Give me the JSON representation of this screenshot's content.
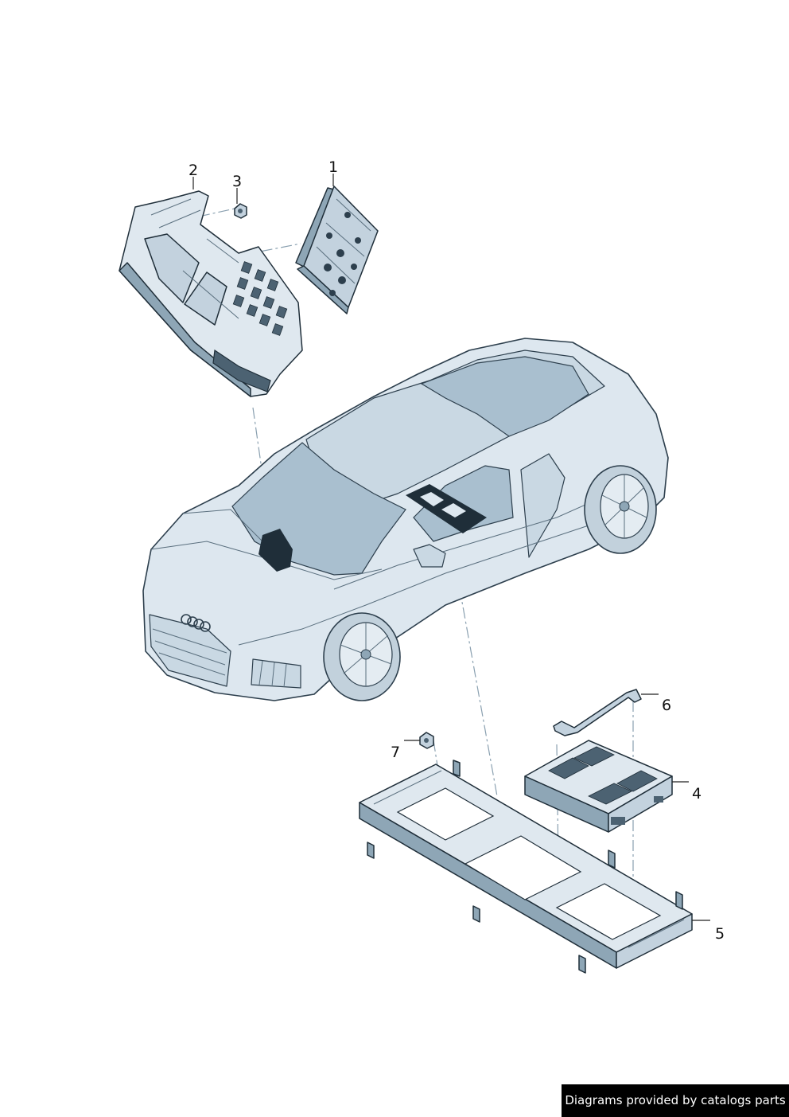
{
  "callouts": {
    "c1": "1",
    "c2": "2",
    "c3": "3",
    "c4": "4",
    "c5": "5",
    "c6": "6",
    "c7": "7"
  },
  "footer": {
    "text": "Diagrams provided by catalogs parts"
  },
  "colors": {
    "line": "#1f2e39",
    "fill_light": "#dde7ef",
    "fill_mid": "#c3d2de",
    "fill_dark": "#8ea6b6",
    "glass": "#a9bfcf",
    "footer_bg": "#000000",
    "footer_text": "#ffffff"
  }
}
